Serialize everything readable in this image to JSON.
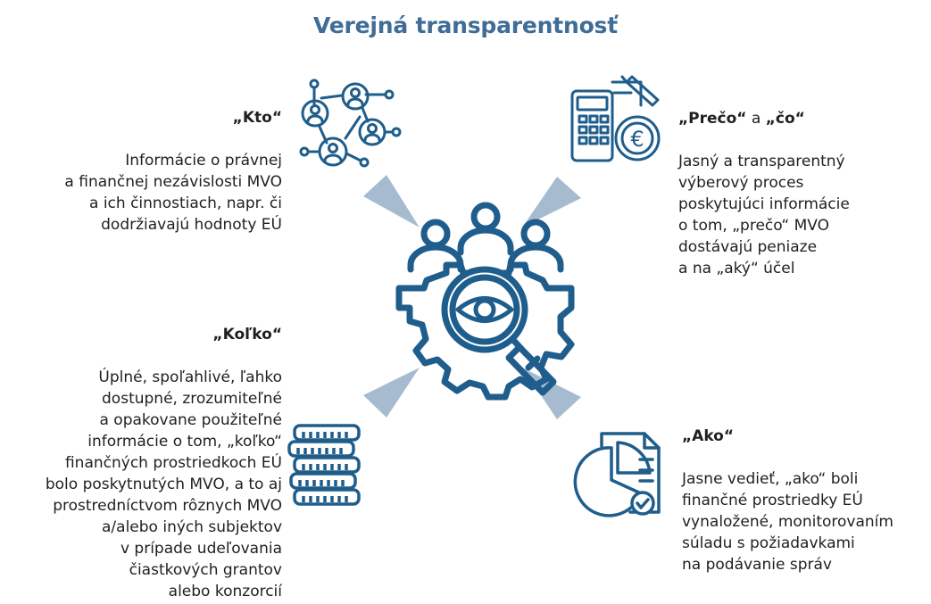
{
  "title": "Verejná transparentnosť",
  "colors": {
    "title": "#3f6d97",
    "icon_stroke": "#1f5d8c",
    "arrow": "#a7bbd0",
    "text": "#1f1f1f"
  },
  "blocks": {
    "kto": {
      "head": "„Kto“",
      "body": "Informácie o právnej\na finančnej nezávislosti MVO\na ich činnostiach, napr. či\ndodržiavajú hodnoty EÚ"
    },
    "preco": {
      "head_a": "„Prečo“",
      "head_mid": " a ",
      "head_b": "„čo“",
      "body": "Jasný a transparentný\nvýberový proces\nposkytujúci informácie\no tom, „prečo“ MVO\ndostávajú peniaze\na na „aký“ účel"
    },
    "kolko": {
      "head": "„Koľko“",
      "body": "Úplné, spoľahlivé, ľahko\ndostupné, zrozumiteľné\na opakovane použiteľné\ninformácie o tom, „koľko“\nfinančných prostriedkoch EÚ\nbolo poskytnutých MVO, a to aj\nprostredníctvom rôznych MVO\na/alebo iných subjektov\nv prípade udeľovania\nčiastkových grantov\nalebo konzorcií"
    },
    "ako": {
      "head": "„Ako“",
      "body": "Jasne vedieť, „ako“ boli\nfinančné prostriedky EÚ\nvynaložené, monitorovaním\nsúladu s požiadavkami\nna podávanie správ"
    }
  },
  "icons": {
    "center": "people-gear-magnifier-eye-icon",
    "kto": "network-people-icon",
    "preco": "calculator-euro-document-icon",
    "kolko": "coin-stack-icon",
    "ako": "pie-chart-report-icon"
  },
  "euro_symbol": "€"
}
